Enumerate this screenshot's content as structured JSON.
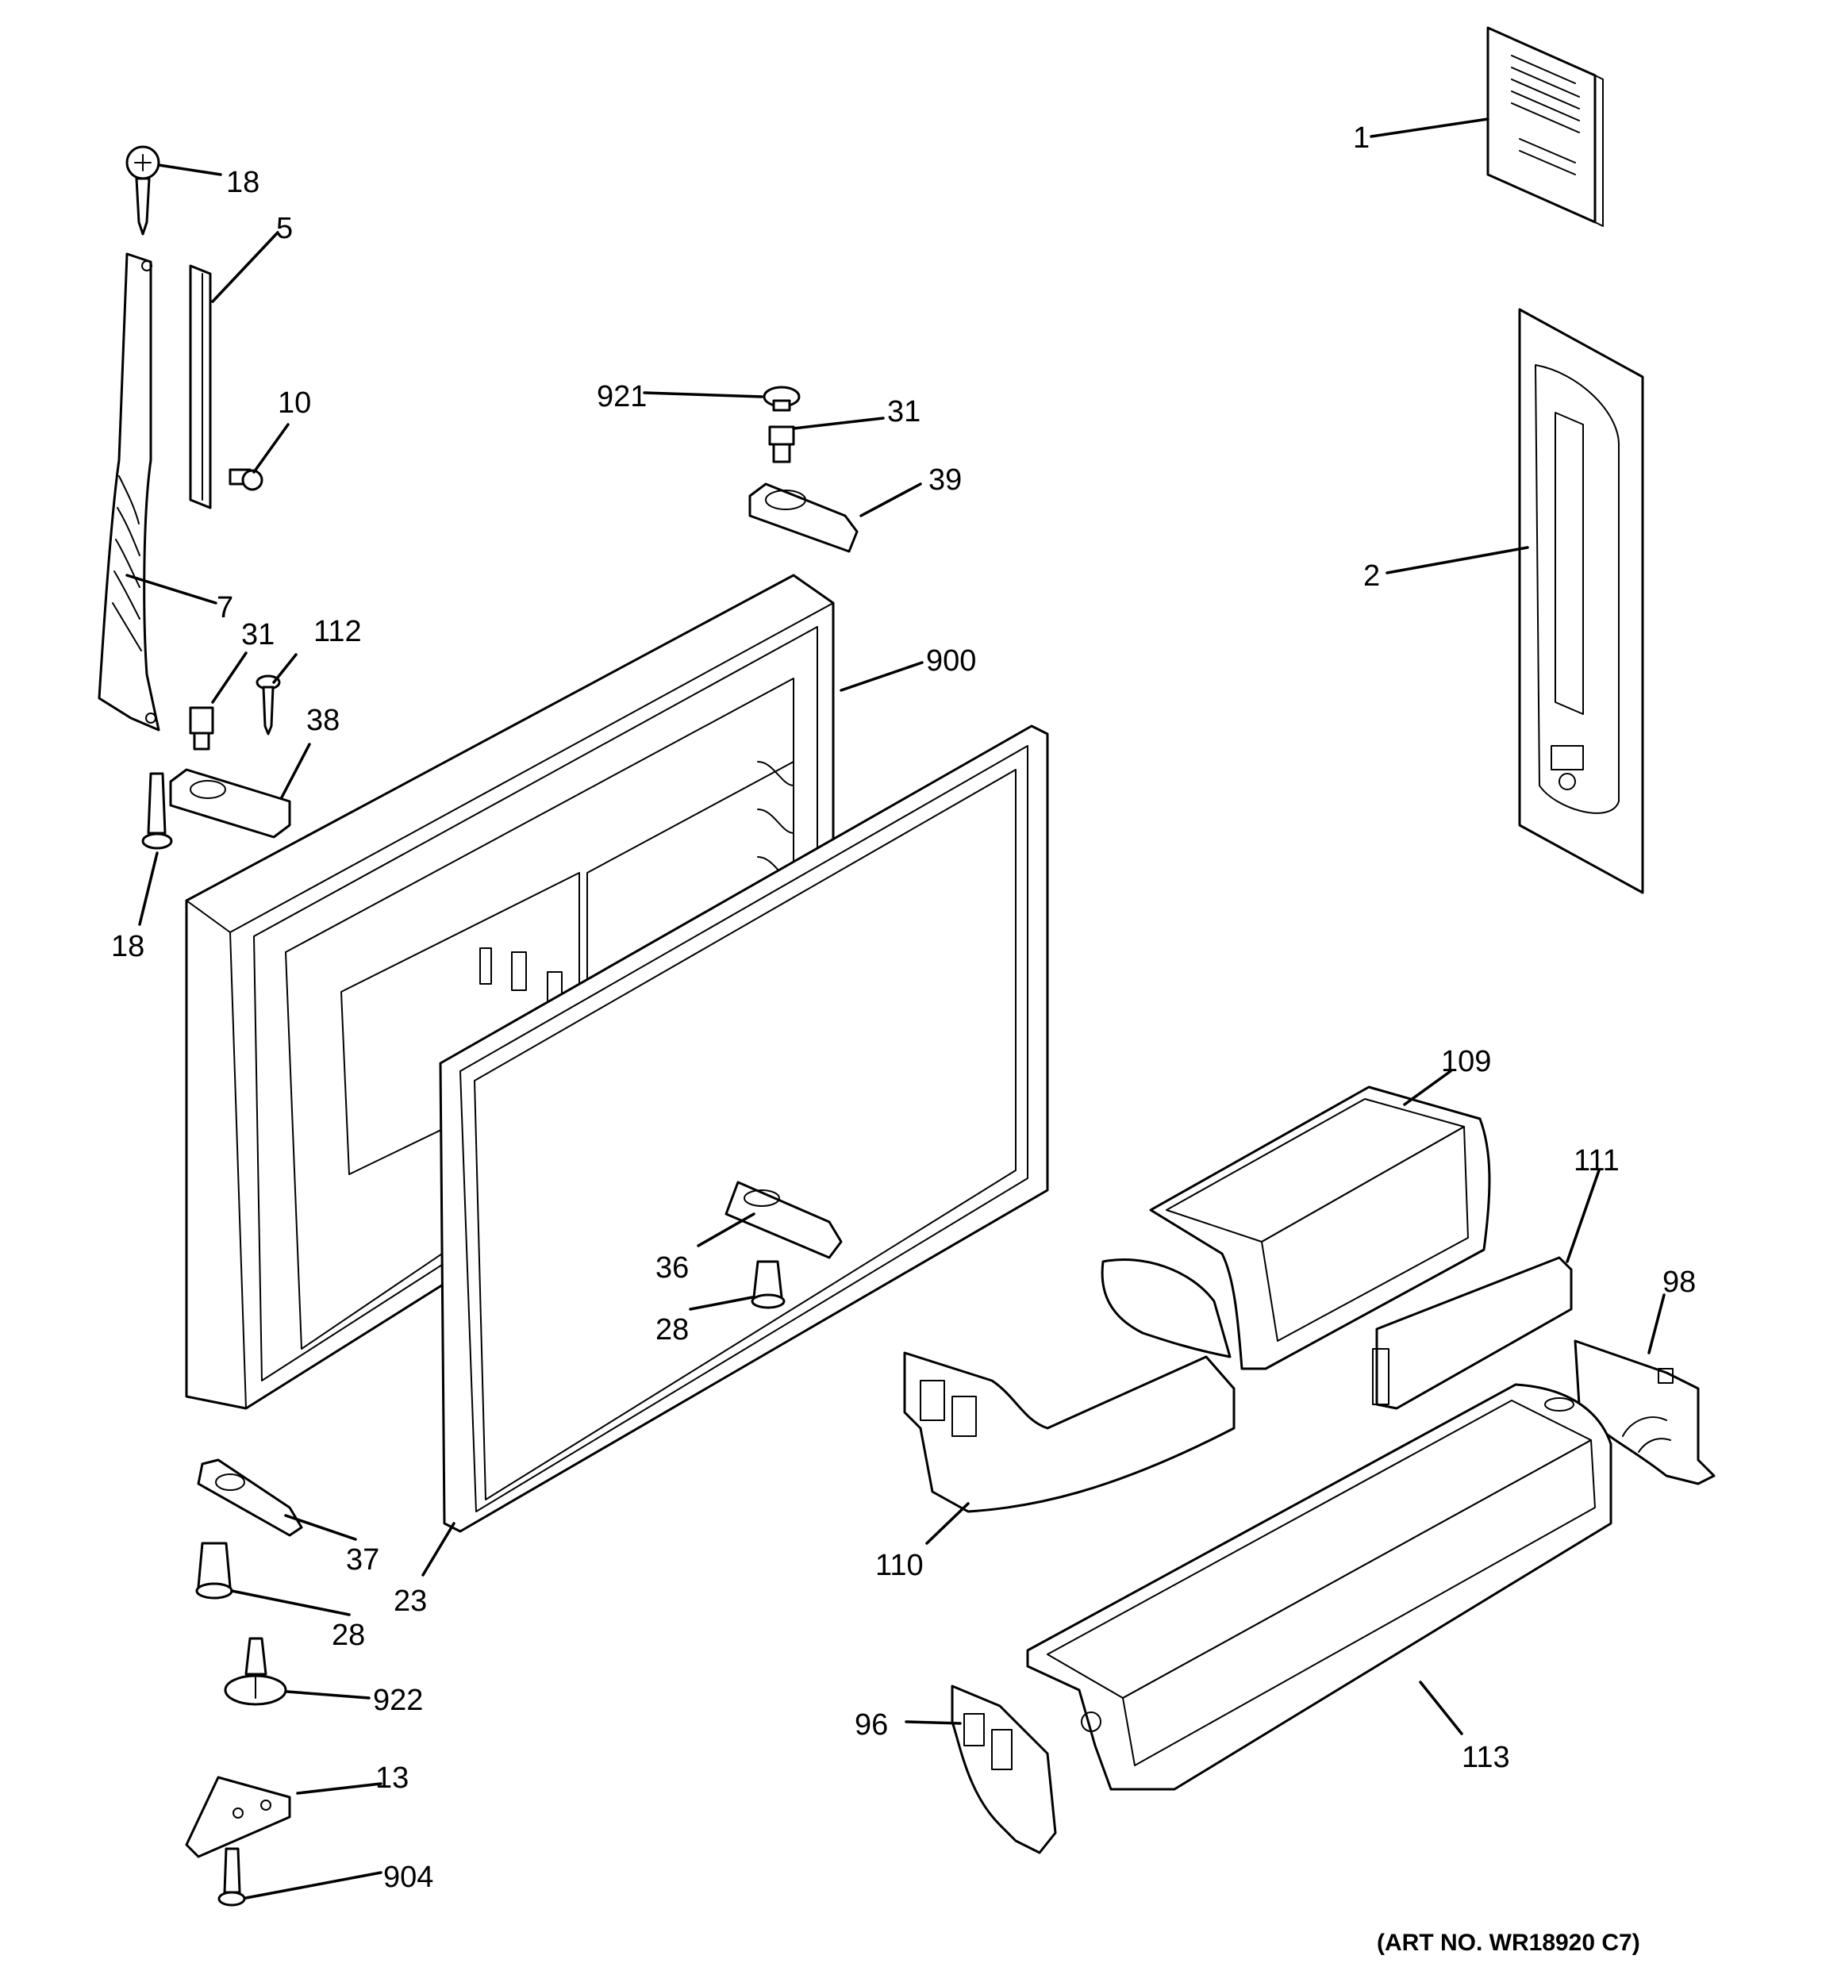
{
  "callouts": {
    "c1": "1",
    "c2": "2",
    "c5": "5",
    "c7": "7",
    "c10": "10",
    "c13": "13",
    "c18_top": "18",
    "c18_low": "18",
    "c23": "23",
    "c28_left": "28",
    "c28_mid": "28",
    "c31_left": "31",
    "c31_top": "31",
    "c36": "36",
    "c37": "37",
    "c38": "38",
    "c39": "39",
    "c96": "96",
    "c98": "98",
    "c109": "109",
    "c110": "110",
    "c111": "111",
    "c112": "112",
    "c113": "113",
    "c900": "900",
    "c904": "904",
    "c921": "921",
    "c922": "922"
  },
  "art_number": "(ART NO. WR18920 C7)"
}
